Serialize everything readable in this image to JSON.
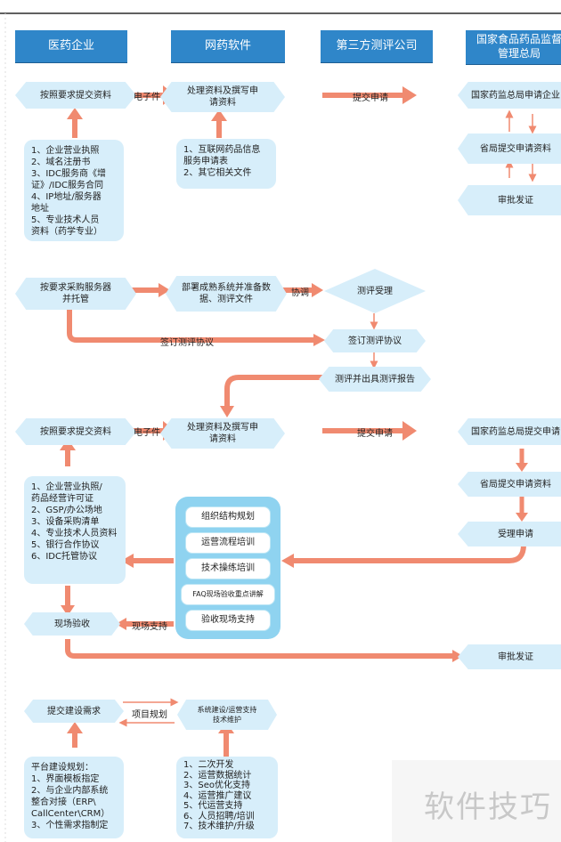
{
  "headers": [
    "医药企业",
    "网药软件",
    "第三方测评公司",
    "国家食品药品监督\n管理总局"
  ],
  "section1": {
    "submit": "按照要求提交资料",
    "electronic": "电子件",
    "process": "处理资料及撰写申\n请资料",
    "apply": "提交申请",
    "gov_apply": "国家药监总局申请企业",
    "province": "省局提交申请资料",
    "approve": "审批发证",
    "company_docs": [
      "1、企业营业执照",
      "2、域名注册书",
      "3、IDC服务商《增\n证》/IDC服务合同",
      "4、IP地址/服务器\n地址",
      "5、专业技术人员\n资料（药学专业）"
    ],
    "soft_docs": [
      "1、互联网药品信息\n服务申请表",
      "2、其它相关文件"
    ]
  },
  "section2": {
    "buy_server": "按要求采购服务器\n并托管",
    "deploy": "部署成熟系统并准备数\n据、测评文件",
    "coordinate": "协调",
    "accept": "测评受理",
    "sign_label": "签订测评协议",
    "sign": "签订测评协议",
    "report": "测评并出具测评报告"
  },
  "section3": {
    "submit": "按照要求提交资料",
    "electronic": "电子件",
    "process": "处理资料及撰写申\n请资料",
    "apply": "提交申请",
    "gov_apply": "国家药监总局提交申请",
    "province": "省局提交申请资料",
    "accept": "受理申请",
    "approve": "审批发证",
    "company_docs": [
      "1、企业营业执照/\n药品经营许可证",
      "2、GSP/办公场地",
      "3、设备采购清单",
      "4、专业技术人员资料",
      "5、银行合作协议",
      "6、IDC托管协议"
    ],
    "training": [
      "组织结构规划",
      "运营流程培训",
      "技术操练培训",
      "FAQ现场验收重点讲解",
      "验收现场支持"
    ],
    "onsite": "现场验收",
    "onsite_support": "现场支持"
  },
  "section4": {
    "submit_req": "提交建设需求",
    "plan": "项目规划",
    "system": "系统建设/运营支持\n技术维护",
    "platform_docs": [
      "平台建设规划：",
      "1、界面模板指定",
      "2、与企业内部系统\n整合对接（ERP\\\nCallCenter\\CRM）",
      "3、个性需求指制定"
    ],
    "services": [
      "1、二次开发",
      "2、运营数据统计",
      "3、Seo优化支持",
      "4、运营推广建议",
      "5、代运营支持",
      "6、人员招聘/培训",
      "7、技术维护/升级"
    ]
  },
  "watermark": "软件技巧",
  "colors": {
    "header": "#2f86c9",
    "node": "#d7eefa",
    "arrow": "#f08a70",
    "panel": "#8fd3f0"
  }
}
